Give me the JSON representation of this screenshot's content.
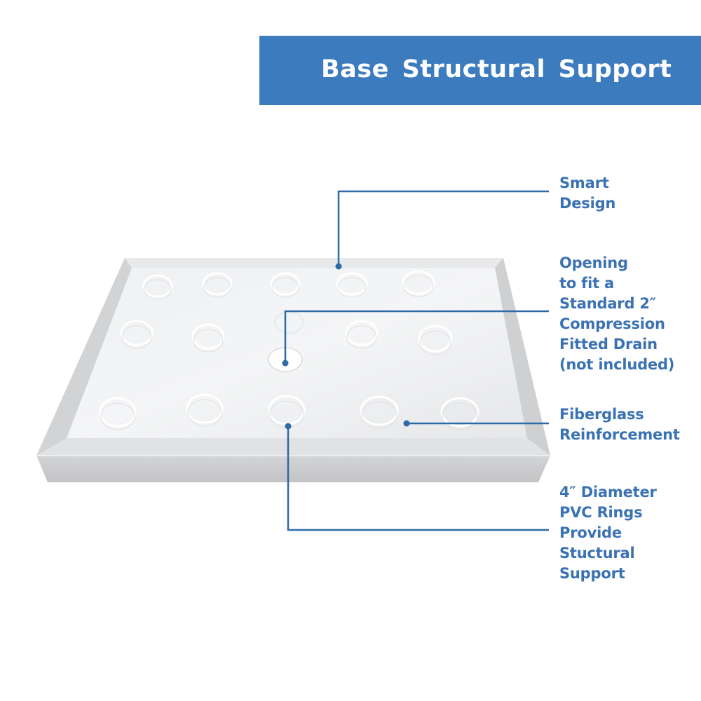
{
  "header": {
    "title": "Base Structural Support"
  },
  "colors": {
    "banner": "#3d7bbf",
    "label": "#3a72b4",
    "line": "#2f6aa8",
    "tray": "#e4e5e7"
  },
  "callouts": [
    {
      "id": "smart-design",
      "text": "Smart\nDesign"
    },
    {
      "id": "drain-opening",
      "text": "Opening\nto fit a\nStandard 2″\nCompression\nFitted Drain\n(not included)"
    },
    {
      "id": "fiberglass",
      "text": "Fiberglass\nReinforcement"
    },
    {
      "id": "pvc-rings",
      "text": "4″ Diameter\nPVC Rings\nProvide\nStuctural\nSupport"
    }
  ],
  "product": {
    "name": "shower base tray",
    "ring_count": 14,
    "ring_rows": [
      5,
      4,
      5
    ]
  }
}
